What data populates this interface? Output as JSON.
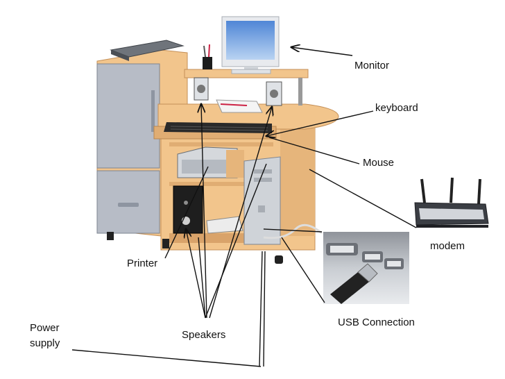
{
  "labels": {
    "monitor": "Monitor",
    "keyboard": "keyboard",
    "mouse": "Mouse",
    "modem": "modem",
    "printer": "Printer",
    "speakers": "Speakers",
    "usb": "USB Connection",
    "power": "Power\nsupply"
  },
  "colors": {
    "wood": "#f2c58c",
    "wood_dark": "#d9a36a",
    "panel": "#b7bcc6",
    "panel_dark": "#8e95a1",
    "line": "#111111"
  }
}
